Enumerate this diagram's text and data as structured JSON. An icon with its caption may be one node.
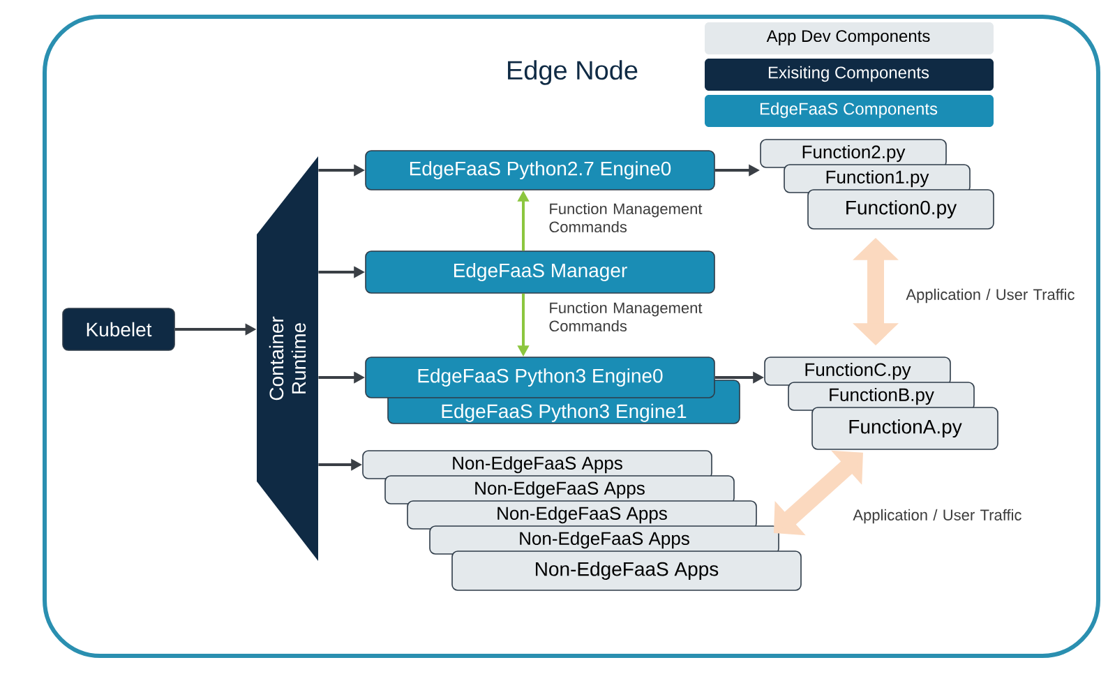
{
  "diagram": {
    "nodes": [
      {
        "text": [
          "Edge Node"
        ]
      },
      {
        "text": [
          "Kubelet"
        ],
        "in": 0
      },
      {
        "text": [
          "Container Runtime"
        ],
        "in": 0
      },
      {
        "text": [
          "EdgeFaaS Python2.7 Engine0"
        ],
        "in": 0
      },
      {
        "text": [
          "EdgeFaaS Manager"
        ],
        "in": 0
      },
      {
        "text": [
          "EdgeFaaS Python3 Engine0"
        ],
        "in": 0
      },
      {
        "text": [
          "EdgeFaaS Python3 Engine1"
        ],
        "in": 0
      },
      {
        "text": [
          "Non-EdgeFaaS Apps"
        ],
        "in": 0
      },
      {
        "text": [
          "Non-EdgeFaaS Apps"
        ],
        "in": 0
      },
      {
        "text": [
          "Non-EdgeFaaS Apps"
        ],
        "in": 0
      },
      {
        "text": [
          "Non-EdgeFaaS Apps"
        ],
        "in": 0
      },
      {
        "text": [
          "Non-EdgeFaaS Apps"
        ],
        "in": 0
      },
      {
        "text": [
          "Function2.py"
        ],
        "in": 0
      },
      {
        "text": [
          "Function1.py"
        ],
        "in": 0
      },
      {
        "text": [
          "Function0.py"
        ],
        "in": 0
      },
      {
        "text": [
          "FunctionC.py"
        ],
        "in": 0
      },
      {
        "text": [
          "FunctionB.py"
        ],
        "in": 0
      },
      {
        "text": [
          "FunctionA.py"
        ],
        "in": 0
      }
    ],
    "edges": [
      {
        "from": 1,
        "to": 2,
        "arrow": "to"
      },
      {
        "from": 2,
        "to": 3,
        "arrow": "to"
      },
      {
        "from": 2,
        "to": 4,
        "arrow": "to"
      },
      {
        "from": 2,
        "to": 5,
        "arrow": "to"
      },
      {
        "from": 2,
        "to": 7,
        "arrow": "to"
      },
      {
        "from": 4,
        "to": 3,
        "arrow": "to",
        "label": "Function Management Commands",
        "color": "#8cc63f"
      },
      {
        "from": 4,
        "to": 5,
        "arrow": "to",
        "label": "Function Management Commands",
        "color": "#8cc63f"
      },
      {
        "from": 3,
        "to": 12,
        "arrow": "to"
      },
      {
        "from": 5,
        "to": 15,
        "arrow": "to"
      },
      {
        "from": 14,
        "to": 15,
        "arrow": "both",
        "label": "Application / User Traffic",
        "style": "thick",
        "color": "#fbd9bf"
      },
      {
        "from": 17,
        "to": 10,
        "arrow": "both",
        "label": "Application / User Traffic",
        "style": "thick",
        "color": "#fbd9bf"
      }
    ],
    "legend": [
      {
        "text": "App Dev Components",
        "color": "#e4e9ec"
      },
      {
        "text": "Exisiting Components",
        "color": "#0f2a44"
      },
      {
        "text": "EdgeFaaS Components",
        "color": "#1a8db5"
      }
    ]
  }
}
